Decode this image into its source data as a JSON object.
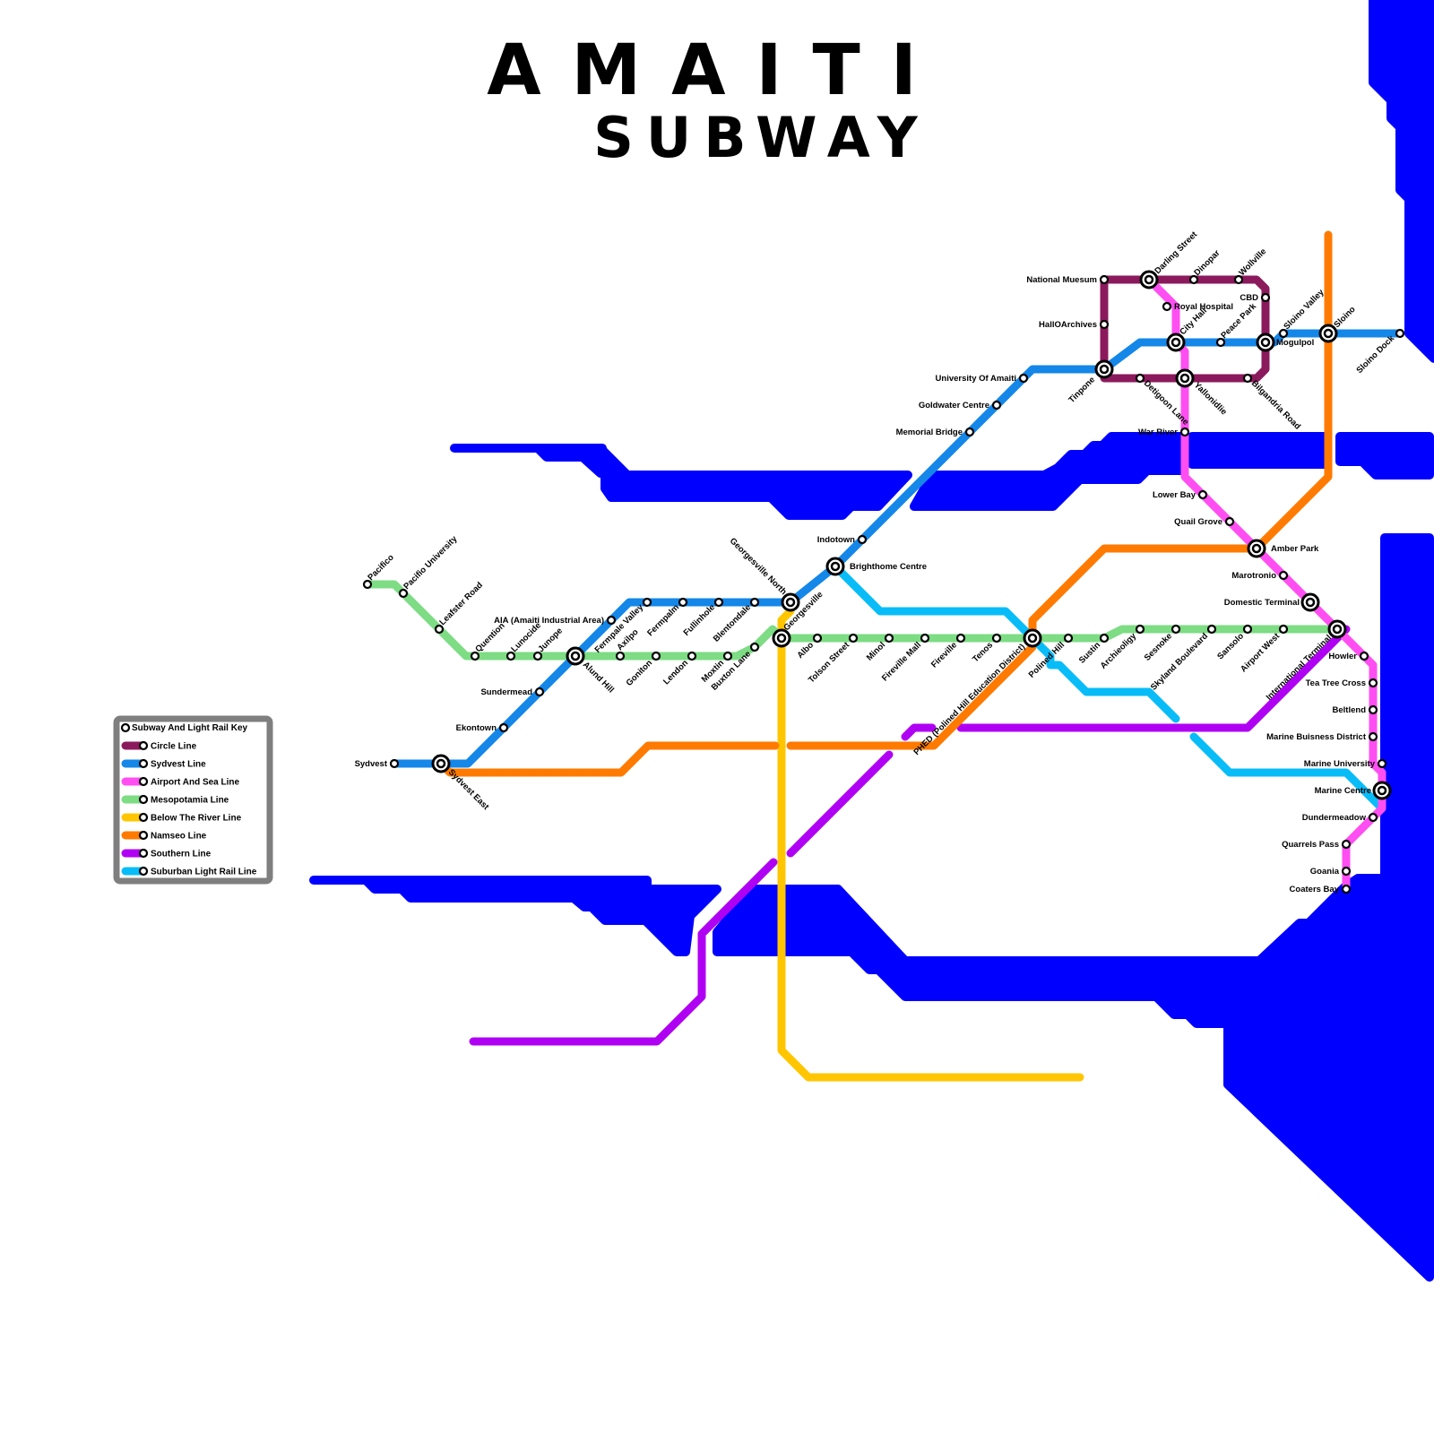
{
  "title": {
    "line1": "AMAITI",
    "line2": "SUBWAY"
  },
  "colors": {
    "water": "#0000ff",
    "circle": "#8b1a5c",
    "sydvest": "#1487e8",
    "airport": "#ff4ef2",
    "mesopotamia": "#7ddc84",
    "below_river": "#ffc600",
    "namseo": "#ff7a00",
    "southern": "#b000f4",
    "suburban": "#08bcf8",
    "legend_frame": "#7f7f7f"
  },
  "legend": {
    "title": "Subway And Light Rail Key",
    "items": [
      {
        "key": "circle",
        "label": "Circle Line"
      },
      {
        "key": "sydvest",
        "label": "Sydvest Line"
      },
      {
        "key": "airport",
        "label": "Airport And Sea Line"
      },
      {
        "key": "mesopotamia",
        "label": "Mesopotamia Line"
      },
      {
        "key": "below_river",
        "label": "Below The River Line"
      },
      {
        "key": "namseo",
        "label": "Namseo Line"
      },
      {
        "key": "southern",
        "label": "Southern Line"
      },
      {
        "key": "suburban",
        "label": "Suburban Light Rail Line"
      }
    ]
  },
  "stations": [
    {
      "name": "Pacifico"
    },
    {
      "name": "Pacifio University"
    },
    {
      "name": "Leafster Road"
    },
    {
      "name": "Quention"
    },
    {
      "name": "Lunocide"
    },
    {
      "name": "Junope"
    },
    {
      "name": "Alund Hill",
      "interchange": true
    },
    {
      "name": "Sundermead"
    },
    {
      "name": "Ekontown"
    },
    {
      "name": "Sydvest"
    },
    {
      "name": "Sydvest East",
      "interchange": true
    },
    {
      "name": "AIA (Amaiti Industrial Area)"
    },
    {
      "name": "Fermpale Valley"
    },
    {
      "name": "Fermpalm"
    },
    {
      "name": "Fullinhole"
    },
    {
      "name": "Blentondale"
    },
    {
      "name": "Georgesville North",
      "interchange": true
    },
    {
      "name": "Axilpo"
    },
    {
      "name": "Goniton"
    },
    {
      "name": "Lendon"
    },
    {
      "name": "Moxtin"
    },
    {
      "name": "Buxton Lane"
    },
    {
      "name": "Georgesville",
      "interchange": true
    },
    {
      "name": "Albo"
    },
    {
      "name": "Tolson Street"
    },
    {
      "name": "Minol"
    },
    {
      "name": "Fireville Mall"
    },
    {
      "name": "Fireville"
    },
    {
      "name": "Tenos"
    },
    {
      "name": "PHED (Polined Hill Education District)",
      "interchange": true
    },
    {
      "name": "Polined Hill"
    },
    {
      "name": "Sustin"
    },
    {
      "name": "Archieoligy"
    },
    {
      "name": "Sesnoke"
    },
    {
      "name": "Skyland Boulevard"
    },
    {
      "name": "Sansolo"
    },
    {
      "name": "Airport West"
    },
    {
      "name": "International Terminal",
      "interchange": true
    },
    {
      "name": "Brighthome Centre",
      "interchange": true
    },
    {
      "name": "Indotown"
    },
    {
      "name": "Memorial Bridge"
    },
    {
      "name": "Goldwater Centre"
    },
    {
      "name": "University Of Amaiti"
    },
    {
      "name": "Tinpone",
      "interchange": true
    },
    {
      "name": "National Muesum"
    },
    {
      "name": "HallOArchives"
    },
    {
      "name": "Darling Street",
      "interchange": true
    },
    {
      "name": "Dinopar"
    },
    {
      "name": "Wollville"
    },
    {
      "name": "CBD"
    },
    {
      "name": "Royal Hospital"
    },
    {
      "name": "City Hall",
      "interchange": true
    },
    {
      "name": "Peace Park"
    },
    {
      "name": "Mogulpol",
      "interchange": true
    },
    {
      "name": "Sloino Valley"
    },
    {
      "name": "Sloino",
      "interchange": true
    },
    {
      "name": "Sloino Dock"
    },
    {
      "name": "Detigoon Lane"
    },
    {
      "name": "Yallonidlie",
      "interchange": true
    },
    {
      "name": "Bilgandria Road"
    },
    {
      "name": "War River"
    },
    {
      "name": "Lower Bay"
    },
    {
      "name": "Quail Grove"
    },
    {
      "name": "Amber Park",
      "interchange": true
    },
    {
      "name": "Marotronio"
    },
    {
      "name": "Domestic Terminal",
      "interchange": true
    },
    {
      "name": "Howler"
    },
    {
      "name": "Tea Tree Cross"
    },
    {
      "name": "Beltlend"
    },
    {
      "name": "Marine Buisness District"
    },
    {
      "name": "Marine University"
    },
    {
      "name": "Marine Centre",
      "interchange": true
    },
    {
      "name": "Dundermeadow"
    },
    {
      "name": "Quarrels Pass"
    },
    {
      "name": "Goania"
    },
    {
      "name": "Coaters Bay"
    }
  ]
}
